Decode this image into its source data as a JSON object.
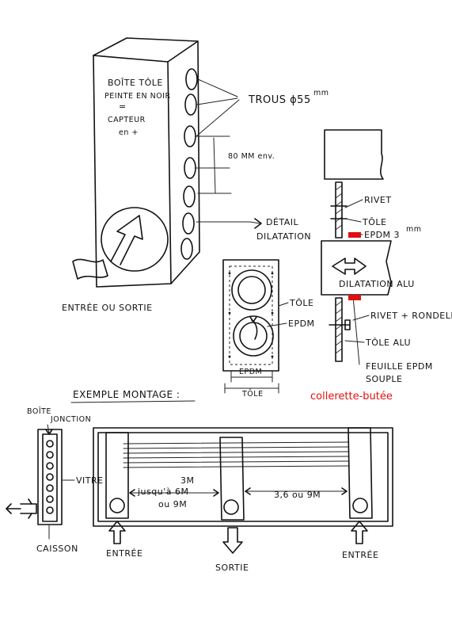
{
  "colors": {
    "ink": "#111111",
    "accent_red": "#e01010",
    "paper": "#ffffff"
  },
  "top_box": {
    "label_line1": "BOÎTE TÔLE",
    "label_line2": "PEINTE EN NOIR",
    "label_line3": "=",
    "label_line4": "CAPTEUR",
    "label_line5": "en +",
    "holes_label": "TROUS ϕ55",
    "holes_unit": "mm",
    "spacing_label": "80 MM env.",
    "detail_line1": "DÉTAIL",
    "detail_line2": "DILATATION",
    "inlet_label": "ENTRÉE OU SORTIE"
  },
  "hole_detail": {
    "tole_label": "TÔLE",
    "epdm_label": "EPDM",
    "dim_epdm": "EPDM",
    "dim_tole": "TÔLE"
  },
  "section_detail": {
    "rivet": "RIVET",
    "tole": "TÔLE",
    "epdm": "EPDM 3",
    "epdm_unit": "mm",
    "dilatation": "DILATATION ALU",
    "rivet_rondelle": "RIVET + RONDELLE",
    "tole_alu": "TÔLE ALU",
    "feuille_line1": "FEUILLE EPDM",
    "feuille_line2": "SOUPLE",
    "collerette": "collerette-butée"
  },
  "montage": {
    "title": "EXEMPLE MONTAGE :",
    "boite_line1": "BOÎTE",
    "boite_line2": "JONCTION",
    "vitre": "VITRE",
    "caisson": "CAISSON",
    "dist_top": "3M",
    "dist_mid": "jusqu'à 6M",
    "dist_bot": "ou 9M",
    "dist_right": "3,6 ou 9M",
    "entree_left": "ENTRÉE",
    "sortie": "SORTIE",
    "entree_right": "ENTRÉE"
  }
}
